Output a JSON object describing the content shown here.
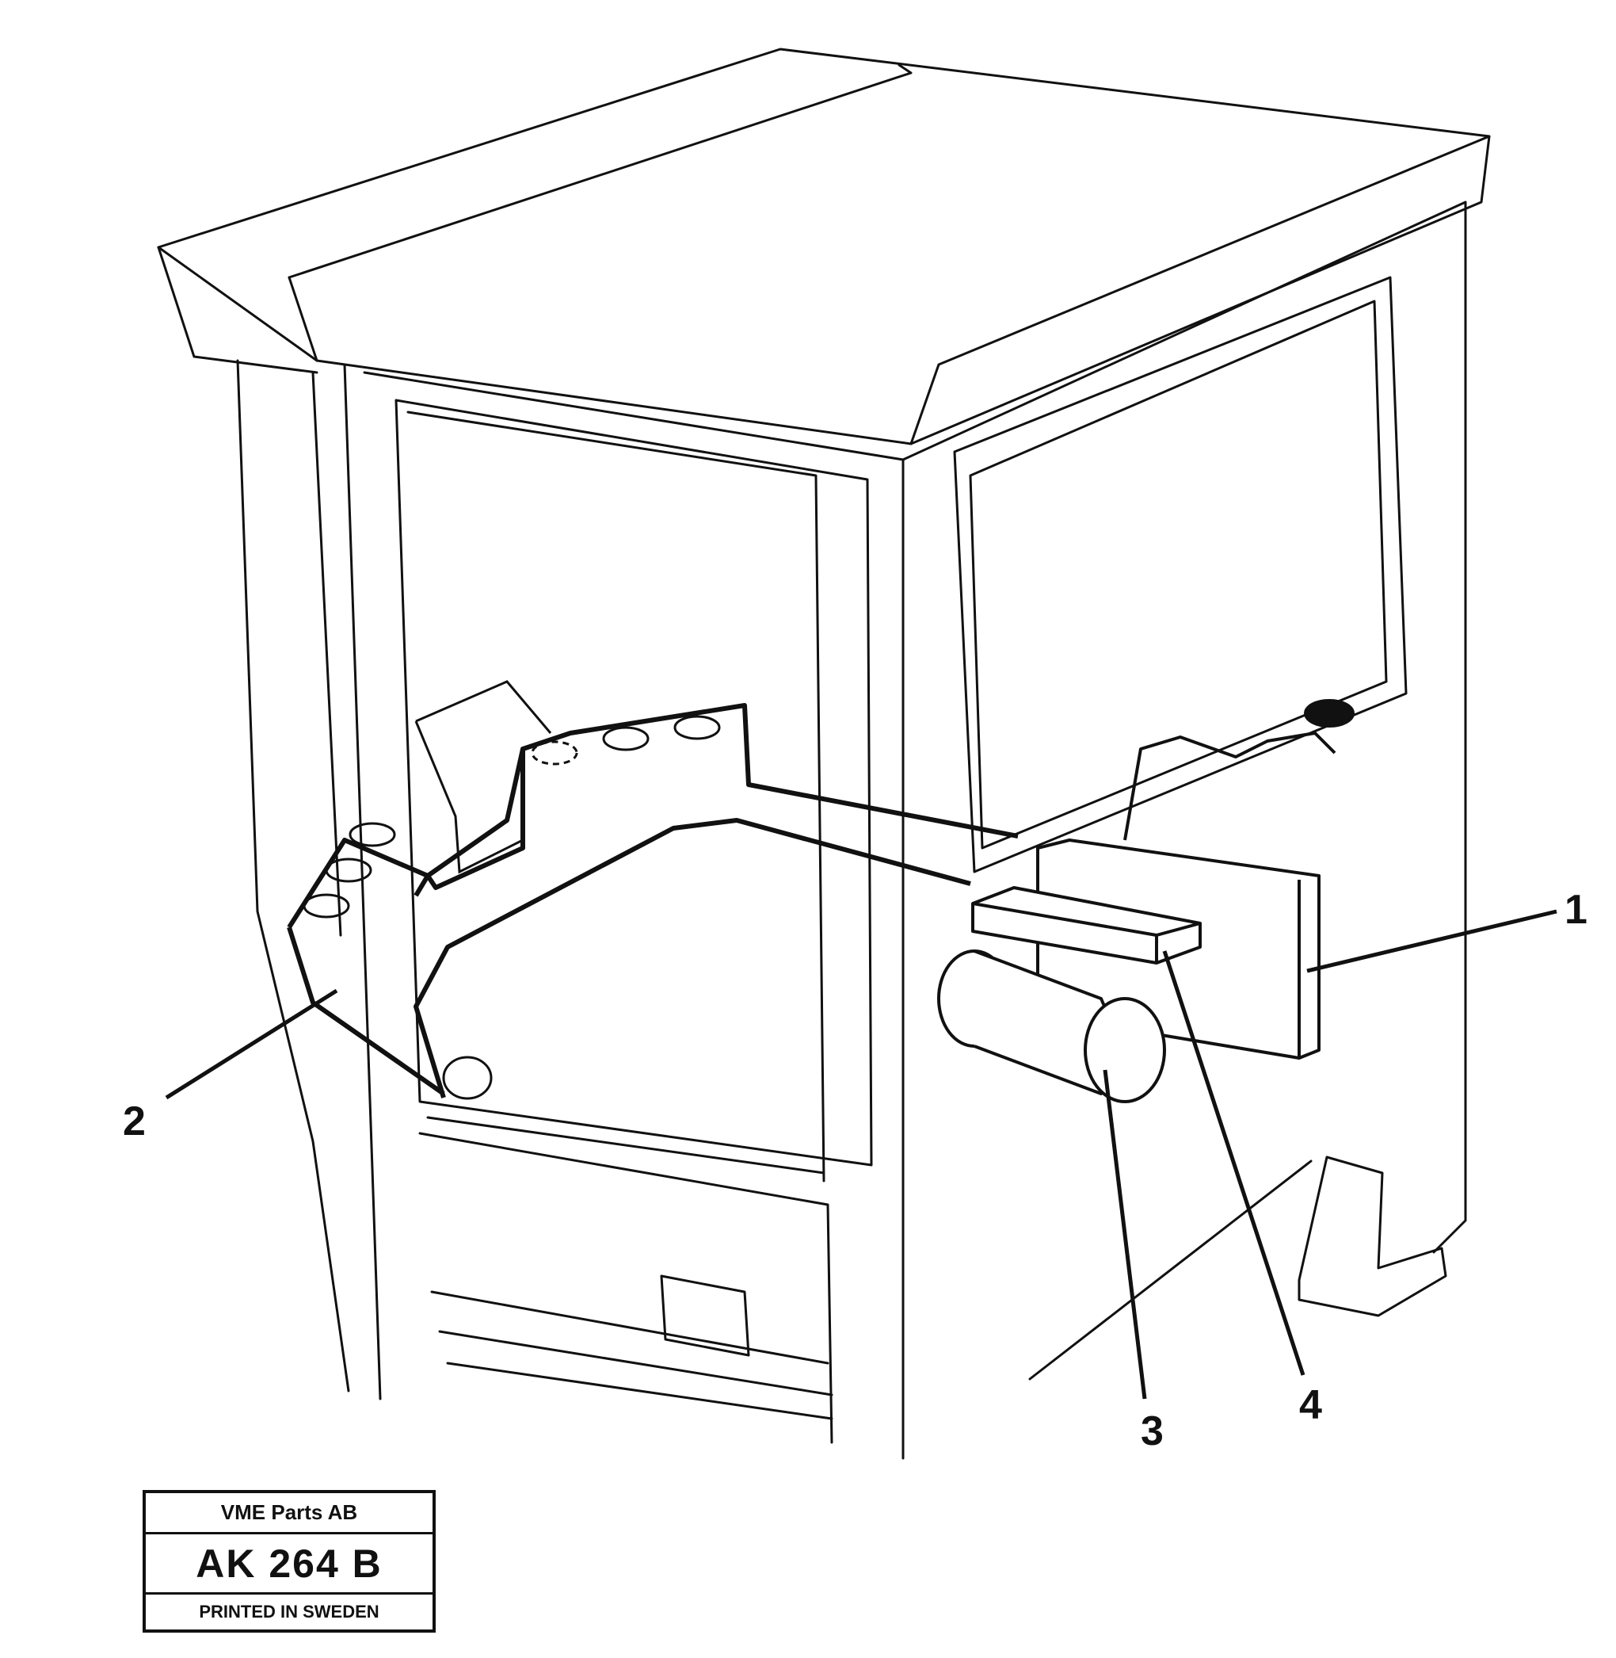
{
  "callouts": [
    {
      "id": "1",
      "label": "1"
    },
    {
      "id": "2",
      "label": "2"
    },
    {
      "id": "3",
      "label": "3"
    },
    {
      "id": "4",
      "label": "4"
    }
  ],
  "title_block": {
    "company": "VME Parts AB",
    "code": "AK 264 B",
    "printed": "PRINTED IN SWEDEN"
  },
  "colors": {
    "line": "#111111",
    "background": "#ffffff"
  }
}
